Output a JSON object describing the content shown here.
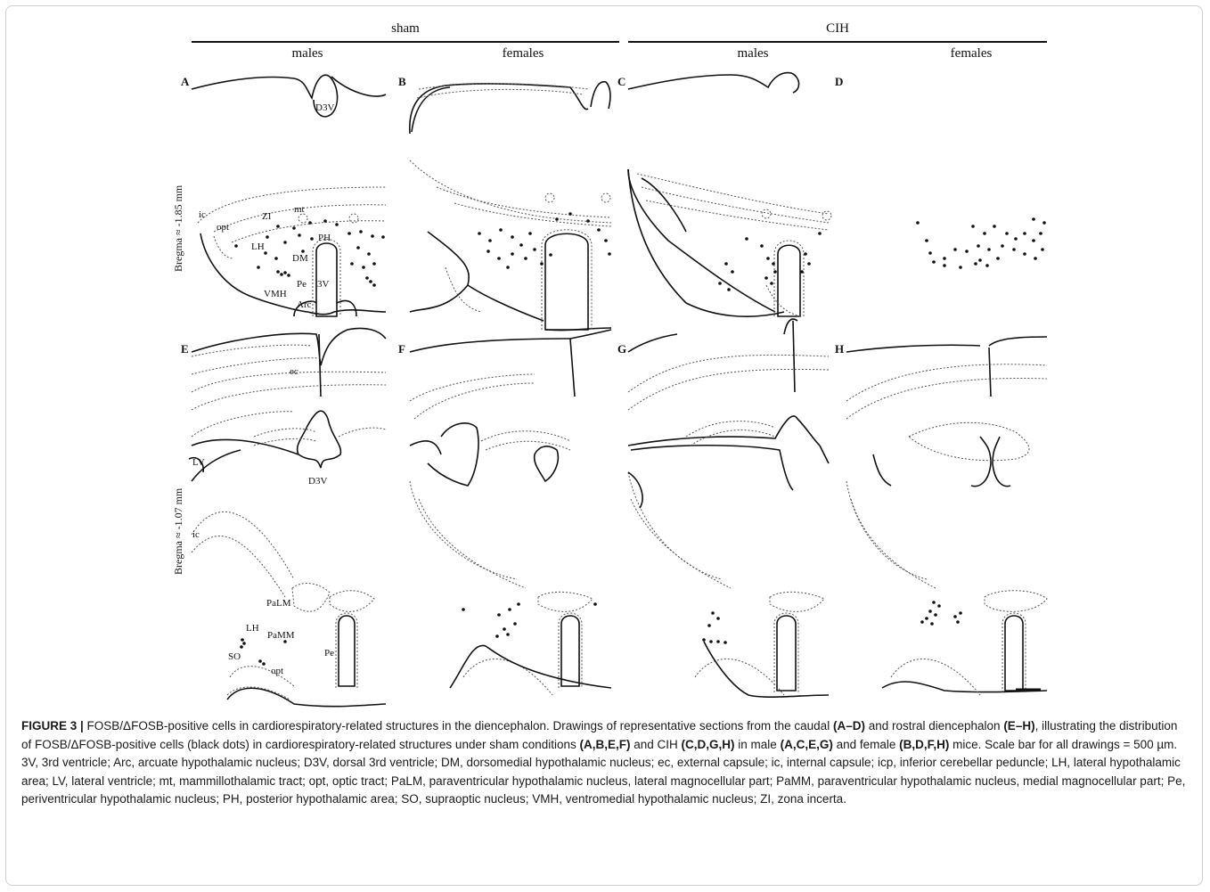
{
  "header": {
    "group_left": "sham",
    "group_right": "CIH",
    "sub": [
      "males",
      "females",
      "males",
      "females"
    ]
  },
  "panels": [
    "A",
    "B",
    "C",
    "D",
    "E",
    "F",
    "G",
    "H"
  ],
  "bregma": {
    "top": "Bregma ≈ -1.85 mm",
    "bottom": "Bregma ≈ -1.07 mm"
  },
  "labels": {
    "A": [
      "D3V",
      "mt",
      "ZI",
      "ic",
      "opt",
      "LH",
      "PH",
      "DM",
      "VMH",
      "Pe",
      "3V",
      "Arc"
    ],
    "E": [
      "ec",
      "LV",
      "D3V",
      "ic",
      "PaLM",
      "LH",
      "PaMM",
      "SO",
      "Pe",
      "opt"
    ]
  },
  "caption": {
    "fig": "FIGURE 3 |",
    "p1": " FOSB/ΔFOSB-positive cells in cardiorespiratory-related structures in the diencephalon. Drawings of representative sections from the caudal ",
    "b1": "(A–D)",
    "p2": " and rostral diencephalon ",
    "b2": "(E–H)",
    "p3": ", illustrating the distribution of FOSB/ΔFOSB-positive cells (black dots) in cardiorespiratory-related structures under sham conditions ",
    "b3": "(A,B,E,F)",
    "p4": " and CIH ",
    "b4": "(C,D,G,H)",
    "p5": " in male ",
    "b5": "(A,C,E,G)",
    "p6": " and female ",
    "b6": "(B,D,F,H)",
    "p7": " mice. Scale bar for all drawings = 500 µm. 3V, 3rd ventricle; Arc, arcuate hypothalamic nucleus; D3V, dorsal 3rd ventricle; DM, dorsomedial hypothalamic nucleus; ec, external capsule; ic, internal capsule; icp, inferior cerebellar peduncle; LH, lateral hypothalamic area; LV, lateral ventricle; mt, mammillothalamic tract; opt, optic tract; PaLM, paraventricular hypothalamic nucleus, lateral magnocellular part; PaMM, paraventricular hypothalamic nucleus, medial magnocellular part; Pe, periventricular hypothalamic nucleus; PH, posterior hypothalamic area; SO, supraoptic nucleus; VMH, ventromedial hypothalamic nucleus; ZI, zona incerta."
  }
}
